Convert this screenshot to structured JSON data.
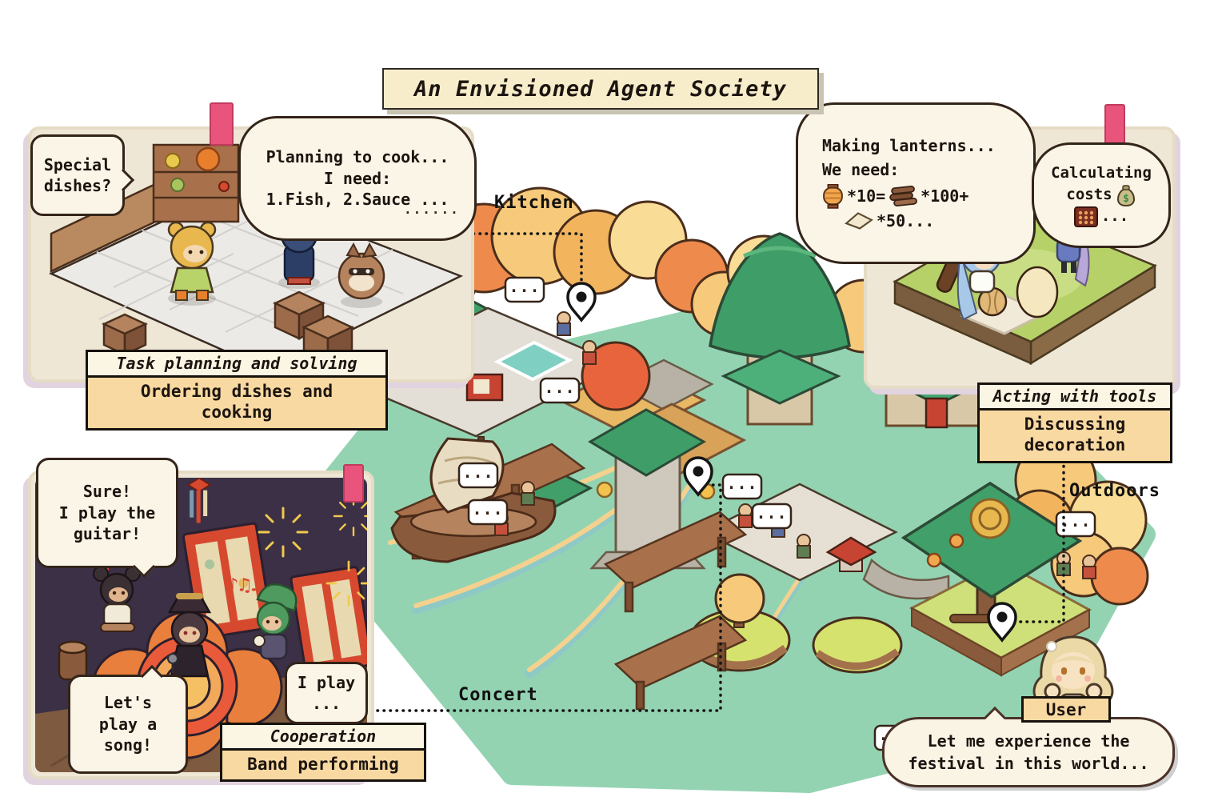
{
  "title": "An Envisioned Agent Society",
  "locations": {
    "kitchen": "Kitchen",
    "concert": "Concert",
    "outdoors": "Outdoors"
  },
  "label_boxes": {
    "task": {
      "header": "Task planning and solving",
      "body_line1": "Ordering dishes and",
      "body_line2": "cooking"
    },
    "tools": {
      "header": "Acting with tools",
      "body_line1": "Discussing",
      "body_line2": "decoration"
    },
    "cooperation": {
      "header": "Cooperation",
      "body_line1": "Band performing"
    }
  },
  "bubbles": {
    "special_dishes": {
      "line1": "Special",
      "line2": "dishes?"
    },
    "planning": {
      "line1": "Planning to cook...",
      "line2": "I need:",
      "line3": "1.Fish, 2.Sauce ...",
      "trail": "......"
    },
    "making_lanterns": {
      "line1": "Making lanterns...",
      "line2": "We need:",
      "lantern_qty": "*10=",
      "wood_qty": "*100+",
      "paper_qty": "*50..."
    },
    "calculating": {
      "line1": "Calculating",
      "line2": "costs",
      "dots": "..."
    },
    "guitar": {
      "line1": "Sure!",
      "line2": "I play the",
      "line3": "guitar!"
    },
    "song": {
      "line1": "Let's",
      "line2": "play a",
      "line3": "song!"
    },
    "i_play": {
      "line1": "I play",
      "line2": "..."
    },
    "user": {
      "line1": "Let me experience the",
      "line2": "festival in this world..."
    },
    "ellipsis": "..."
  },
  "user_label": "User",
  "concert_notes": "♪♫♪",
  "icons": {
    "money_sign": "$"
  },
  "colors": {
    "water": "#93d3b2",
    "banner_bg": "#f7edca",
    "label_body_bg": "#f8d9a1",
    "label_header_bg": "#fbf5e3",
    "night": "#3b3046",
    "tab_pink": "#e8547c",
    "bubble_bg": "#faf5e6",
    "outline": "#33241a",
    "roof_green": "#41a069",
    "tree_yellow": "#f6ca7a",
    "tree_orange": "#ee8a4c",
    "tree_red": "#e8643c"
  }
}
